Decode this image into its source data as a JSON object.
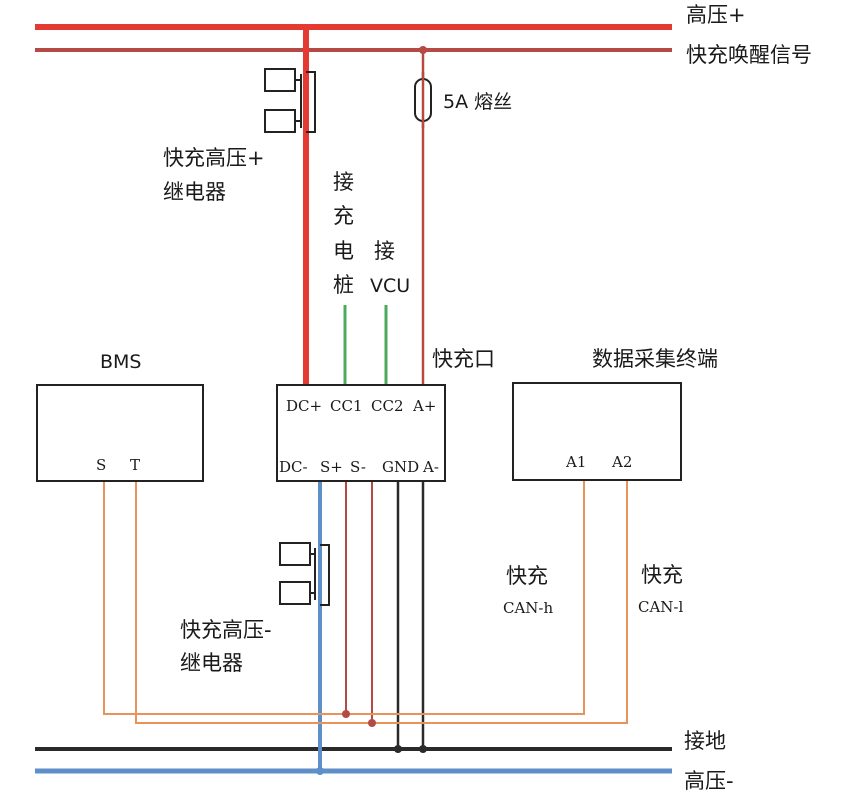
{
  "colors": {
    "high_voltage_pos": "#e53a32",
    "wake_signal": "#b54a45",
    "ground": "#2a2a2a",
    "high_voltage_neg": "#5f8fc9",
    "cc_signal": "#4caa5c",
    "can_signal": "#e8935a",
    "line_dark": "#222222"
  },
  "bus_labels": {
    "hv_pos": "高压+",
    "wake": "快充唤醒信号",
    "ground": "接地",
    "hv_neg": "高压-"
  },
  "fuse": {
    "label": "5A 熔丝"
  },
  "relay_pos": {
    "line1": "快充高压+",
    "line2": "继电器"
  },
  "relay_neg": {
    "line1": "快充高压-",
    "line2": "继电器"
  },
  "cc1_label": [
    "接",
    "充",
    "电",
    "桩"
  ],
  "cc2_label": {
    "top": "接",
    "bottom": "VCU"
  },
  "bms": {
    "title": "BMS",
    "pin_s": "S",
    "pin_t": "T"
  },
  "charge_port": {
    "title": "快充口",
    "top_pins": [
      "DC+",
      "CC1",
      "CC2",
      "A+"
    ],
    "bottom_pins": [
      "DC-",
      "S+",
      "S-",
      "GND",
      "A-"
    ]
  },
  "data_terminal": {
    "title": "数据采集终端",
    "pin_a1": "A1",
    "pin_a2": "A2"
  },
  "can_h": {
    "line1": "快充",
    "line2": "CAN-h"
  },
  "can_l": {
    "line1": "快充",
    "line2": "CAN-l"
  }
}
